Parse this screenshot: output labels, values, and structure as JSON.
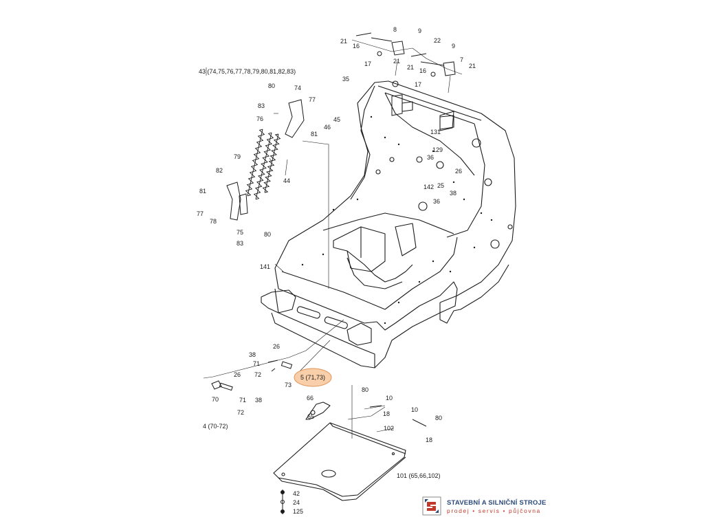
{
  "diagram": {
    "labels": {
      "hinge_top": [
        "8",
        "9",
        "21",
        "16",
        "22",
        "9",
        "17",
        "21",
        "7",
        "21",
        "16",
        "21",
        "17"
      ],
      "group_43": "43 (74,75,76,77,78,79,80,81,82,83)",
      "n35": "35",
      "spring_upper": [
        "80",
        "74",
        "77",
        "83",
        "76",
        "45",
        "46",
        "81",
        "79",
        "44"
      ],
      "spring_lower": [
        "82",
        "81",
        "77",
        "78",
        "75",
        "80",
        "83"
      ],
      "frame_right": [
        "131",
        "129",
        "36",
        "26",
        "142",
        "25",
        "38",
        "36"
      ],
      "n141": "141",
      "pin_mid": [
        "26",
        "38",
        "71",
        "72",
        "73"
      ],
      "callout_5": "5 (71,73)",
      "pin_left": [
        "26",
        "70",
        "71",
        "38",
        "72"
      ],
      "group_4": "4 (70-72)",
      "plate_parts": [
        "66",
        "65",
        "80",
        "10",
        "18",
        "102",
        "10",
        "80",
        "18"
      ],
      "group_101": "101 (65,66,102)",
      "bolts": [
        "42",
        "24",
        "125"
      ]
    },
    "callout_fill": "#f8cfa9",
    "callout_stroke": "#e0945a"
  },
  "logo": {
    "title": "STAVEBNÍ A SILNIČNÍ STROJE",
    "subtitle": "prodej • servis • půjčovna",
    "icon": "company-logo-icon",
    "colors": {
      "blue": "#2b4a7a",
      "red": "#c0392b",
      "grey": "#8a8a8a"
    }
  }
}
